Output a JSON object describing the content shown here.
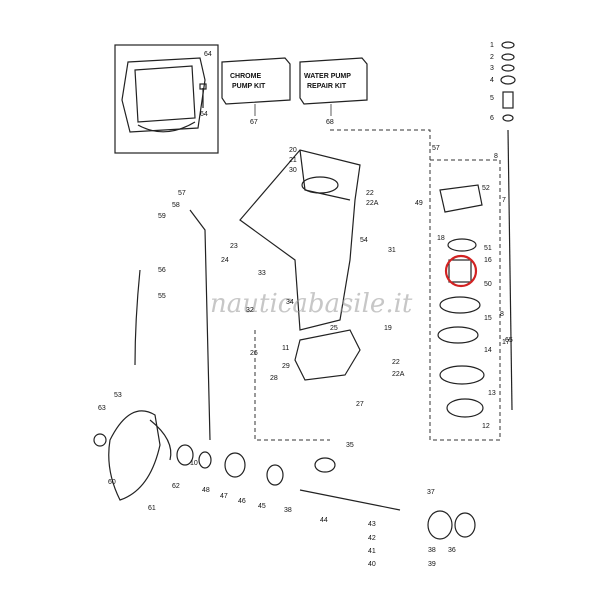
{
  "kits": [
    {
      "label_line1": "CHROME",
      "label_line2": "PUMP KIT",
      "number": "67"
    },
    {
      "label_line1": "WATER PUMP",
      "label_line2": "REPAIR KIT",
      "number": "68"
    }
  ],
  "watermark": "nauticabasile.it",
  "part_labels": [
    {
      "id": "p1",
      "text": "1"
    },
    {
      "id": "p2",
      "text": "2"
    },
    {
      "id": "p3",
      "text": "3"
    },
    {
      "id": "p4",
      "text": "4"
    },
    {
      "id": "p5",
      "text": "5"
    },
    {
      "id": "p6",
      "text": "6"
    },
    {
      "id": "p7",
      "text": "7"
    },
    {
      "id": "p8",
      "text": "8"
    },
    {
      "id": "p10",
      "text": "10"
    },
    {
      "id": "p11",
      "text": "11"
    },
    {
      "id": "p12",
      "text": "12"
    },
    {
      "id": "p13",
      "text": "13"
    },
    {
      "id": "p14",
      "text": "14"
    },
    {
      "id": "p15",
      "text": "15"
    },
    {
      "id": "p16",
      "text": "16"
    },
    {
      "id": "p17",
      "text": "17"
    },
    {
      "id": "p18",
      "text": "18"
    },
    {
      "id": "p19",
      "text": "19"
    },
    {
      "id": "p20",
      "text": "20"
    },
    {
      "id": "p21",
      "text": "21"
    },
    {
      "id": "p22a",
      "text": "22"
    },
    {
      "id": "p22aa",
      "text": "22A"
    },
    {
      "id": "p22b",
      "text": "22"
    },
    {
      "id": "p22ab",
      "text": "22A"
    },
    {
      "id": "p23",
      "text": "23"
    },
    {
      "id": "p24",
      "text": "24"
    },
    {
      "id": "p25",
      "text": "25"
    },
    {
      "id": "p26",
      "text": "26"
    },
    {
      "id": "p27",
      "text": "27"
    },
    {
      "id": "p28",
      "text": "28"
    },
    {
      "id": "p29",
      "text": "29"
    },
    {
      "id": "p30",
      "text": "30"
    },
    {
      "id": "p31",
      "text": "31"
    },
    {
      "id": "p32",
      "text": "32"
    },
    {
      "id": "p33",
      "text": "33"
    },
    {
      "id": "p34",
      "text": "34"
    },
    {
      "id": "p35",
      "text": "35"
    },
    {
      "id": "p36",
      "text": "36"
    },
    {
      "id": "p37",
      "text": "37"
    },
    {
      "id": "p38",
      "text": "38"
    },
    {
      "id": "p38b",
      "text": "38"
    },
    {
      "id": "p39",
      "text": "39"
    },
    {
      "id": "p40",
      "text": "40"
    },
    {
      "id": "p41",
      "text": "41"
    },
    {
      "id": "p42",
      "text": "42"
    },
    {
      "id": "p43",
      "text": "43"
    },
    {
      "id": "p44",
      "text": "44"
    },
    {
      "id": "p45",
      "text": "45"
    },
    {
      "id": "p46",
      "text": "46"
    },
    {
      "id": "p47",
      "text": "47"
    },
    {
      "id": "p48",
      "text": "48"
    },
    {
      "id": "p49",
      "text": "49"
    },
    {
      "id": "p50",
      "text": "50"
    },
    {
      "id": "p51",
      "text": "51"
    },
    {
      "id": "p52",
      "text": "52"
    },
    {
      "id": "p53",
      "text": "53"
    },
    {
      "id": "p54",
      "text": "54"
    },
    {
      "id": "p55",
      "text": "55"
    },
    {
      "id": "p56",
      "text": "56"
    },
    {
      "id": "p57a",
      "text": "57"
    },
    {
      "id": "p57b",
      "text": "57"
    },
    {
      "id": "p58",
      "text": "58"
    },
    {
      "id": "p59",
      "text": "59"
    },
    {
      "id": "p60",
      "text": "60"
    },
    {
      "id": "p61",
      "text": "61"
    },
    {
      "id": "p62",
      "text": "62"
    },
    {
      "id": "p63",
      "text": "63"
    },
    {
      "id": "p64",
      "text": "64"
    },
    {
      "id": "p64b",
      "text": "64"
    },
    {
      "id": "p65",
      "text": "65"
    },
    {
      "id": "p8b",
      "text": "8"
    },
    {
      "id": "p9",
      "text": "9"
    }
  ],
  "highlight_color": "#d22222"
}
